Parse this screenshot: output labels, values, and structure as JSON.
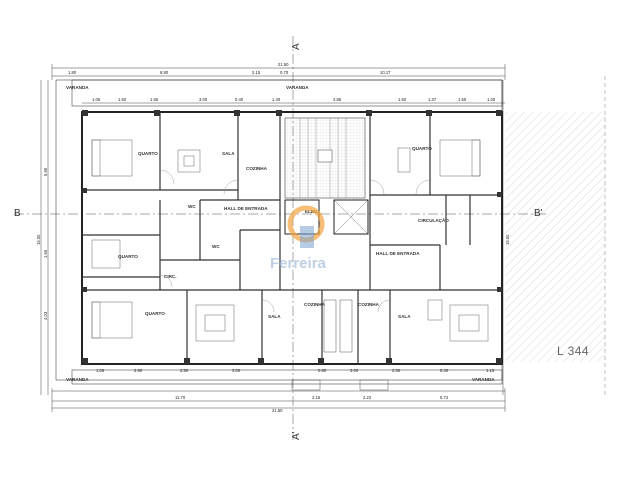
{
  "plan": {
    "lot_label": "L 344",
    "watermark": "Ferreira",
    "section_marks": {
      "top": "A",
      "bottom": "A'",
      "left": "B",
      "right": "B'"
    },
    "top_dims_row1": [
      "1.80",
      "6.80",
      "2.15",
      "0.70",
      "10.17"
    ],
    "top_overall": "21.50",
    "top_dims_row2": [
      "1.05",
      "1.50",
      "1.55",
      "3.00",
      "0.40",
      "1.40",
      "4.86",
      "1.50",
      "1.37",
      "1.50",
      "1.00"
    ],
    "bottom_dims_row1": [
      "1.05",
      "2.50",
      "2.50",
      "3.00",
      "0.80",
      "3.00",
      "2.50",
      "5.40",
      "1.15"
    ],
    "bottom_dims_row2": [
      "11.70",
      "2.15",
      "2.22",
      "5.72"
    ],
    "bottom_overall": "21.50",
    "left_dims": [
      "5.90",
      "1.60",
      "4.03"
    ],
    "left_overall": "15.00",
    "right_overall": "15.00",
    "rooms": {
      "quarto_1": "QUARTO",
      "quarto_2": "QUARTO",
      "quarto_3": "QUARTO",
      "quarto_4": "QUARTO",
      "sala_1": "SALA",
      "sala_2": "SALA",
      "sala_3": "SALA",
      "cozinha_1": "COZINHA",
      "cozinha_2": "COZINHA",
      "cozinha_3": "COZINHA",
      "hall_1": "HALL DE ENTRADA",
      "hall_2": "HALL DE ENTRADA",
      "circulacao": "CIRCULAÇÃO",
      "wc_1": "WC",
      "wc_2": "WC",
      "circ": "CIRC.",
      "varanda_1": "VARANDA",
      "varanda_2": "VARANDA",
      "varanda_3": "VARANDA",
      "varanda_4": "VARANDA",
      "elev": "ELEV."
    }
  }
}
